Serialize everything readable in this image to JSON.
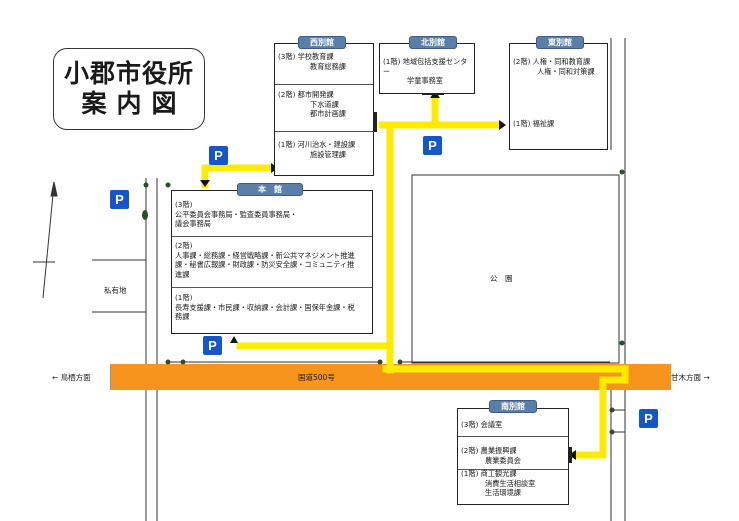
{
  "title": {
    "line1": "小郡市役所",
    "line2": "案内図"
  },
  "road": {
    "label": "国道500号",
    "left_direction": "← 鳥栖方面",
    "right_direction": "甘木方面 →",
    "color": "#f7941d"
  },
  "walkway_color": "#ffeb00",
  "parking_label": "P",
  "park_label": "公　園",
  "private_land_label": "私有地",
  "buildings": {
    "nishi": {
      "name": "西別館",
      "sections": [
        {
          "lines": [
            "(3階) 学校教育課",
            "教育総務課"
          ]
        },
        {
          "lines": [
            "(2階) 都市開発課",
            "下水道課",
            "都市計画課"
          ]
        },
        {
          "lines": [
            "(1階) 河川治水・建設課",
            "施設管理課"
          ]
        }
      ]
    },
    "kita": {
      "name": "北別館",
      "sections": [
        {
          "lines": [
            "(1階) 地域包括支援センター",
            "学童事務室"
          ]
        }
      ]
    },
    "higashi": {
      "name": "東別館",
      "sections": [
        {
          "lines": [
            "(2階) 人権・同和教育課",
            "人権・同和対策課"
          ]
        },
        {
          "lines": [
            "(1階) 福祉課"
          ]
        }
      ]
    },
    "honkan": {
      "name": "本　館",
      "sections": [
        {
          "lines": [
            "(3階)",
            "公平委員会事務局・監査委員事務局・",
            "議会事務局"
          ]
        },
        {
          "lines": [
            "(2階)",
            "人事課・総務課・経営戦略課・新公共マネジメント推進",
            "課・秘書広報課・財政課・防災安全課・コミュニティ推",
            "進課"
          ]
        },
        {
          "lines": [
            "(1階)",
            "長寿支援課・市民課・収納課・会計課・国保年金課・税",
            "務課"
          ]
        }
      ]
    },
    "minami": {
      "name": "南別館",
      "sections": [
        {
          "lines": [
            "(3階) 会議室"
          ]
        },
        {
          "lines": [
            "(2階) 農業振興課",
            "農業委員会"
          ]
        },
        {
          "lines": [
            "(1階) 商工観光課",
            "消費生活相談室",
            "生活環境課"
          ]
        }
      ]
    }
  }
}
